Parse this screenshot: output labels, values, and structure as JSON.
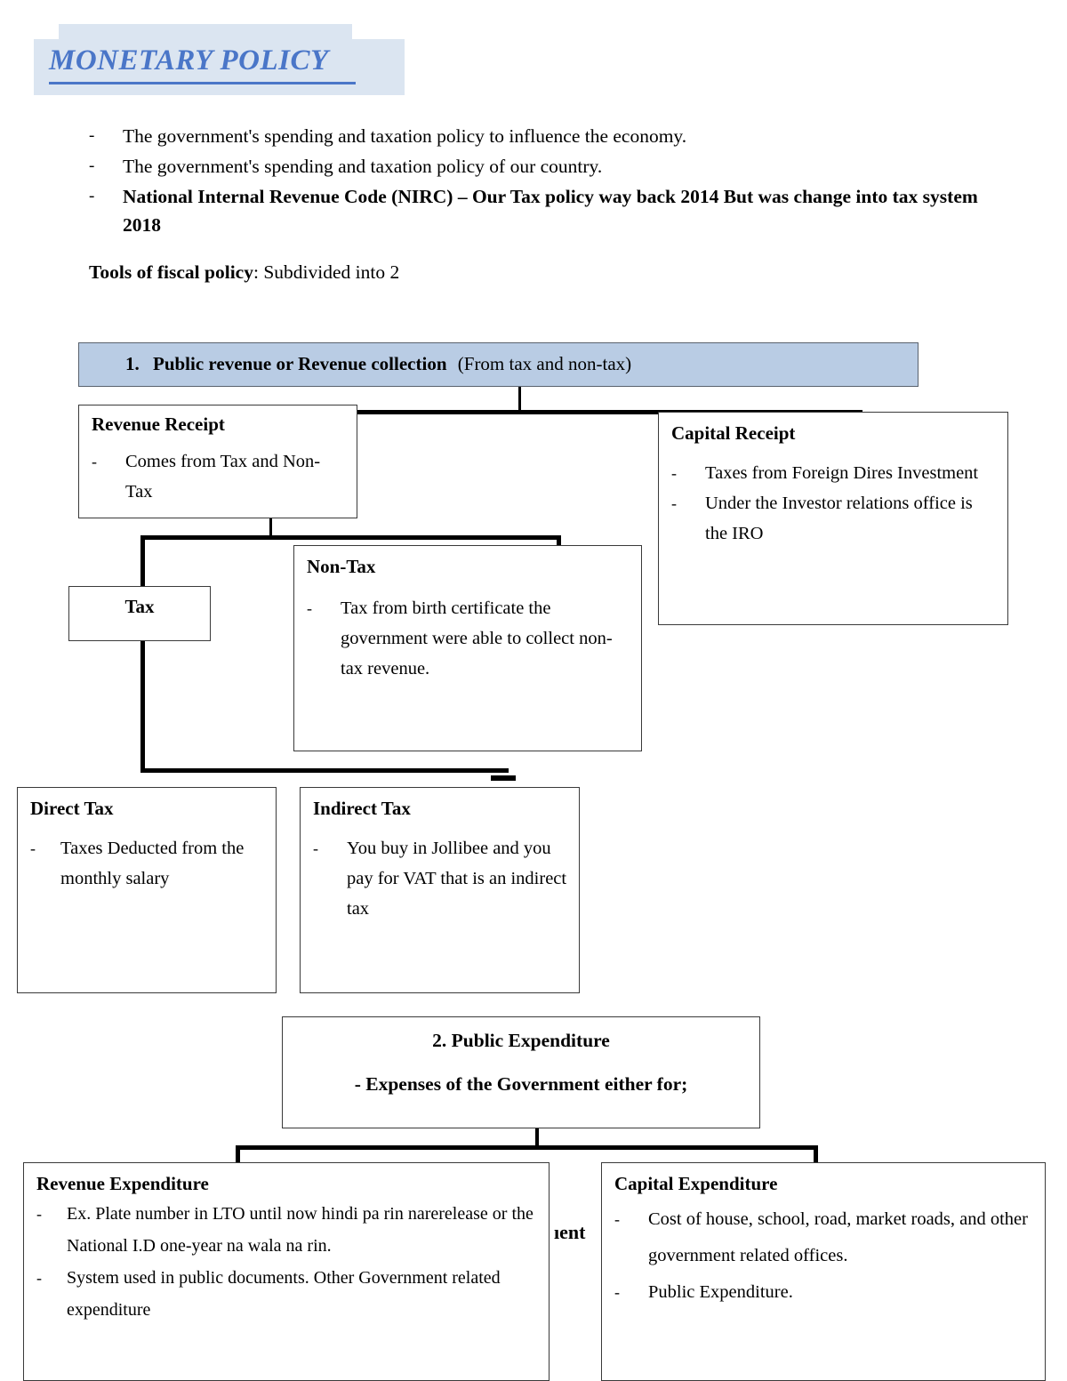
{
  "document": {
    "title": "MONETARY POLICY",
    "intro_bullets": [
      {
        "text": "The government's spending and taxation policy to influence the economy.",
        "bold": false
      },
      {
        "text": "The government's spending and taxation policy of our country.",
        "bold": false
      },
      {
        "text": "National Internal Revenue Code (NIRC) – Our Tax policy way back 2014 But was change into tax system 2018",
        "bold": true
      }
    ],
    "tools_label": "Tools of fiscal policy",
    "tools_rest": ": Subdivided into 2"
  },
  "flowchart": {
    "root": {
      "number": "1.",
      "title": "Public revenue or Revenue collection",
      "suffix": "(From tax and non-tax)"
    },
    "revenue_receipt": {
      "title": "Revenue Receipt",
      "bullets": [
        "Comes from Tax and Non-Tax"
      ]
    },
    "capital_receipt": {
      "title": "Capital Receipt",
      "bullets": [
        "Taxes from Foreign Dires Investment",
        "Under the Investor relations office is the IRO"
      ]
    },
    "tax": {
      "title": "Tax"
    },
    "non_tax": {
      "title": "Non-Tax",
      "bullets": [
        "Tax from birth certificate the government were able to collect non-tax revenue."
      ]
    },
    "direct_tax": {
      "title": "Direct Tax",
      "bullets": [
        "Taxes Deducted from the monthly salary"
      ]
    },
    "indirect_tax": {
      "title": "Indirect Tax",
      "bullets": [
        "You buy in Jollibee and you pay for VAT that is an indirect tax"
      ]
    },
    "public_expenditure": {
      "title": "2. Public Expenditure",
      "subtitle": "- Expenses of the Government either for;"
    },
    "revenue_expenditure": {
      "title": "Revenue Expenditure",
      "bullets": [
        "Ex. Plate number in LTO until now hindi pa rin narerelease or the National I.D one-year na wala na rin.",
        "System used in public documents. Other Government related expenditure"
      ]
    },
    "capital_expenditure": {
      "title": "Capital Expenditure",
      "bullets": [
        "Cost of house, school, road, market roads, and other government related offices.",
        "Public Expenditure."
      ]
    },
    "overlap_fragment": "ıent"
  },
  "colors": {
    "title_blue": "#4a76c8",
    "title_highlight": "#dbe5f1",
    "header_box_fill": "#b9cce4",
    "line": "#000000"
  }
}
